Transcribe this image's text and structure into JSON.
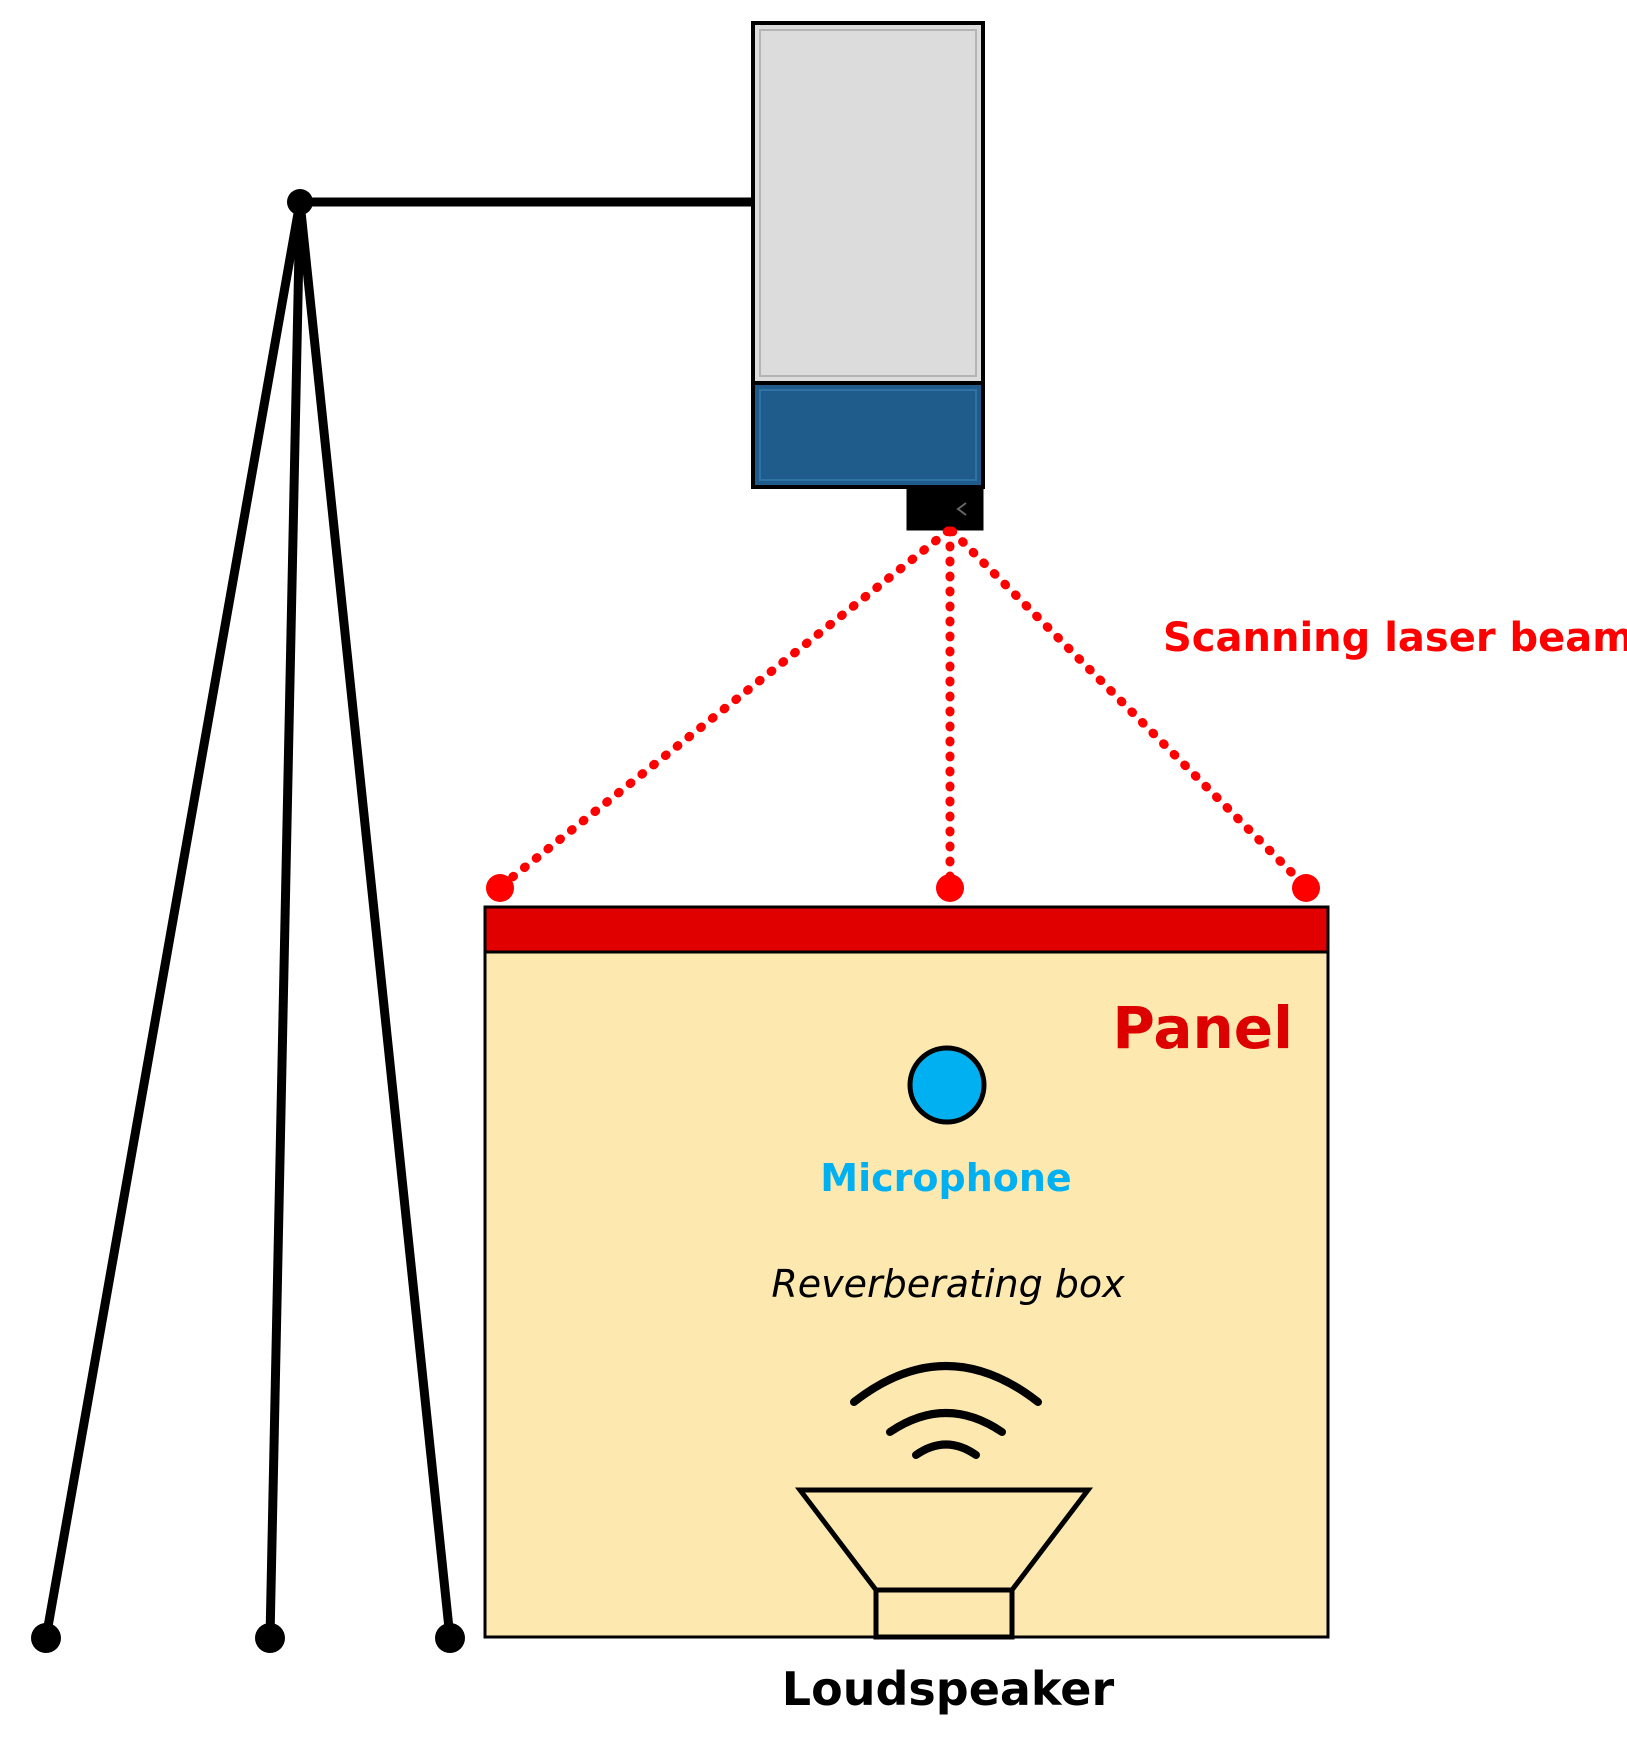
{
  "labels": {
    "laser_beam": "Scanning laser beam",
    "panel": "Panel",
    "microphone": "Microphone",
    "box": "Reverberating box",
    "loudspeaker": "Loudspeaker"
  },
  "colors": {
    "laser": "#ff0000",
    "panel_strip": "#e00000",
    "panel_label": "#dd0000",
    "box_fill": "#fde9b0",
    "microphone": "#00b0f0",
    "vibrometer_body": "#dcdcdc",
    "vibrometer_band": "#1f5b8b",
    "tripod": "#000000"
  }
}
